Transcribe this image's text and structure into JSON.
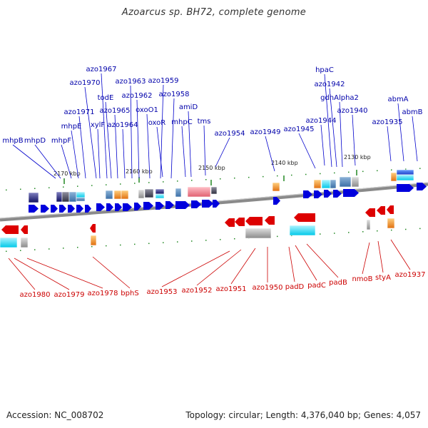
{
  "title": "Azoarcus sp. BH72, complete genome",
  "accession": "Accession: NC_008702",
  "topology": "Topology: circular; Length: 4,376,040 bp; Genes: 4,057",
  "colors": {
    "forward": "#0000dd",
    "reverse": "#dd0000",
    "backbone": "#888888",
    "tick": "#228822"
  },
  "scale_labels": [
    "2170 kbp",
    "2160 kbp",
    "2150 kbp",
    "2140 kbp",
    "2130 kbp"
  ],
  "top_labels": [
    "azo1967",
    "azo1970",
    "todE",
    "azo1963",
    "azo1959",
    "azo1962",
    "azo1958",
    "azo1971",
    "azo1965",
    "oxoO1",
    "amiD",
    "mhpE",
    "xylF",
    "azo1964",
    "oxoR",
    "mhpC",
    "tms",
    "mhpB",
    "mhpD",
    "mhpF",
    "azo1954",
    "azo1949",
    "azo1945",
    "hpaC",
    "azo1942",
    "gdhAlpha2",
    "azo1940",
    "azo1944",
    "abmA",
    "abmB",
    "azo1935"
  ],
  "bottom_labels": [
    "azo1980",
    "azo1979",
    "azo1978",
    "bphS",
    "azo1953",
    "azo1952",
    "azo1951",
    "azo1950",
    "padD",
    "padC",
    "padB",
    "nmoB",
    "styA",
    "azo1937"
  ]
}
